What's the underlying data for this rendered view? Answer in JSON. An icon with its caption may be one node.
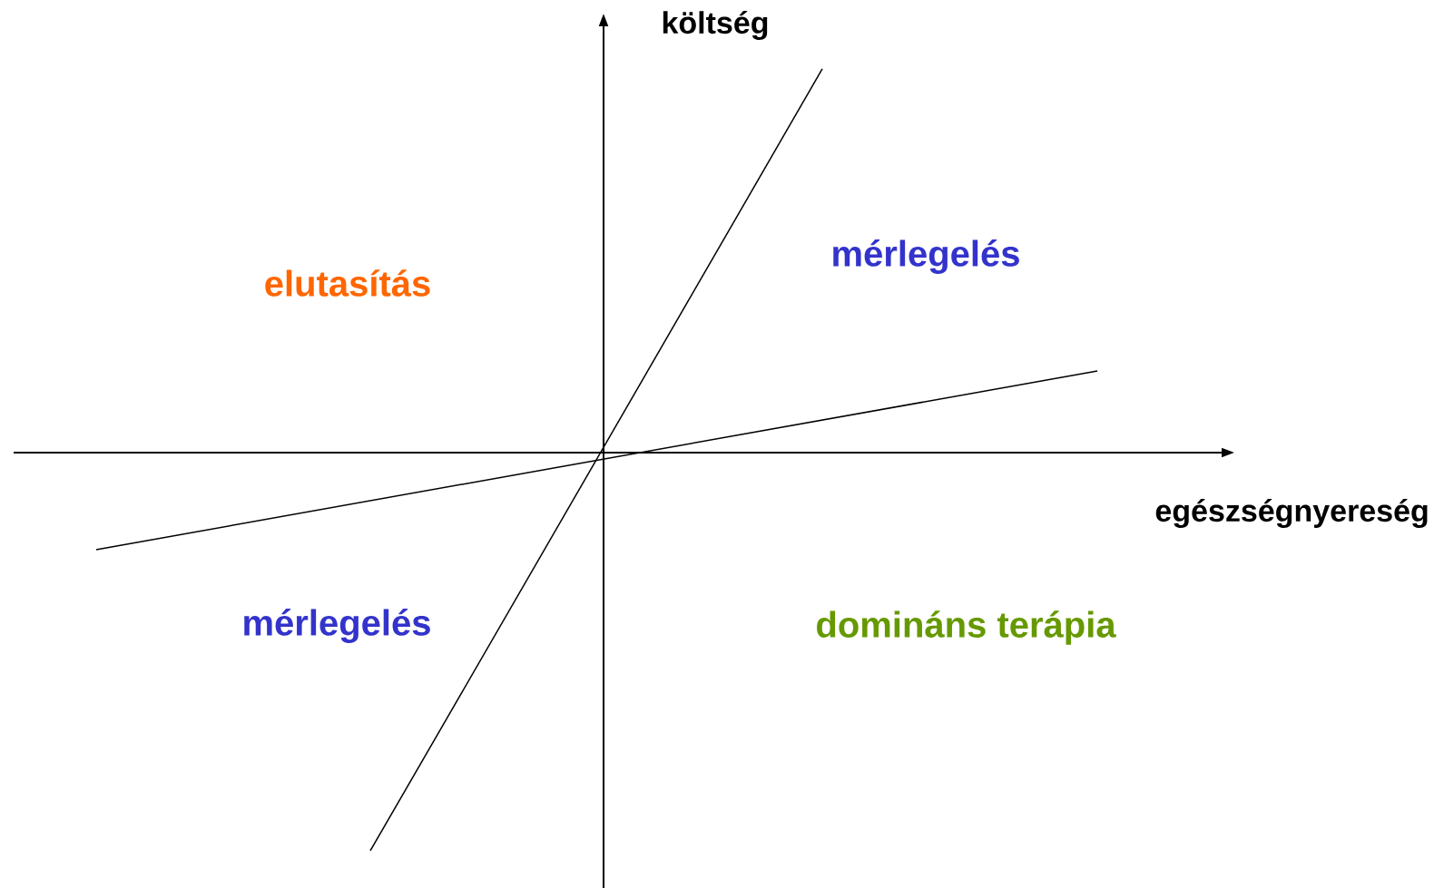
{
  "diagram": {
    "labels": [
      "költség",
      "elutasítás",
      "mérlegelés",
      "egészségnyereség",
      "mérlegelés",
      "domináns terápia"
    ]
  }
}
